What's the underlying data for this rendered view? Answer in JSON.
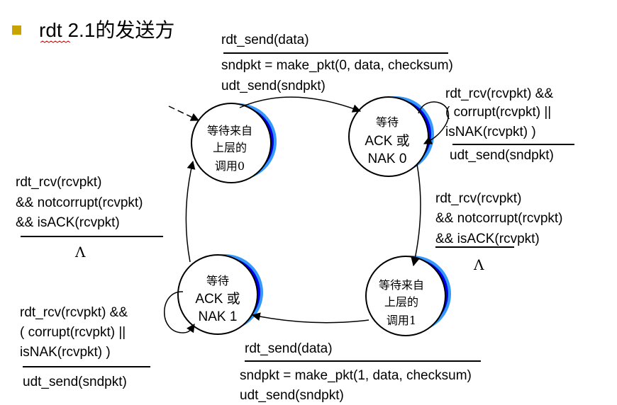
{
  "title": {
    "prefix": "rdt 2.1",
    "suffix": "的发送方"
  },
  "states": {
    "wait_call_0": [
      "等待来自",
      "上层的",
      "调用0"
    ],
    "wait_ack_0": [
      "等待",
      "ACK 或",
      "NAK 0"
    ],
    "wait_call_1": [
      "等待来自",
      "上层的",
      "调用1"
    ],
    "wait_ack_1": [
      "等待",
      "ACK 或",
      "NAK 1"
    ]
  },
  "transitions": {
    "call0_to_ack0": {
      "event": [
        "rdt_send(data)"
      ],
      "actions": [
        "sndpkt = make_pkt(0, data, checksum)",
        "udt_send(sndpkt)"
      ]
    },
    "ack0_self": {
      "event": [
        "rdt_rcv(rcvpkt) &&",
        "( corrupt(rcvpkt) ||",
        "isNAK(rcvpkt) )"
      ],
      "actions": [
        "udt_send(sndpkt)"
      ]
    },
    "ack0_to_call1": {
      "event": [
        "rdt_rcv(rcvpkt)",
        "&& notcorrupt(rcvpkt)",
        "&& isACK(rcvpkt)"
      ],
      "actions": [
        "Λ"
      ]
    },
    "call1_to_ack1": {
      "event": [
        "rdt_send(data)"
      ],
      "actions": [
        "sndpkt = make_pkt(1, data, checksum)",
        "udt_send(sndpkt)"
      ]
    },
    "ack1_self": {
      "event": [
        "rdt_rcv(rcvpkt) &&",
        "( corrupt(rcvpkt) ||",
        "isNAK(rcvpkt) )"
      ],
      "actions": [
        "udt_send(sndpkt)"
      ]
    },
    "ack1_to_call0": {
      "event": [
        "rdt_rcv(rcvpkt)",
        "&& notcorrupt(rcvpkt)",
        "&& isACK(rcvpkt)"
      ],
      "actions": [
        "Λ"
      ]
    }
  },
  "colors": {
    "bullet": "#c9a400",
    "state_shadow": "#0000ee",
    "state_shadow_edge": "#3399ff",
    "title_underline": "#cc0000"
  }
}
